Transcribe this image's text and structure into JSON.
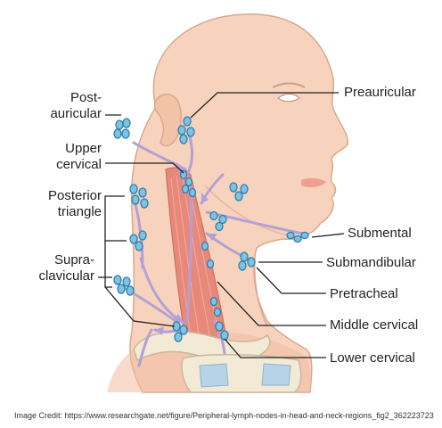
{
  "labels": {
    "post_auricular": [
      "Post-",
      "auricular"
    ],
    "upper_cervical": [
      "Upper",
      "cervical"
    ],
    "posterior_triangle": [
      "Posterior",
      "triangle"
    ],
    "supra_clavicular": [
      "Supra-",
      "clavicular"
    ],
    "preauricular": "Preauricular",
    "submental": "Submental",
    "submandibular": "Submandibular",
    "pretracheal": "Pretracheal",
    "middle_cervical": "Middle cervical",
    "lower_cervical": "Lower cervical"
  },
  "credit": "Image Credit: https://www.researchgate.net/figure/Peripheral-lymph-nodes-in-head-and-neck-regions_fig2_362223723",
  "colors": {
    "skin": "#f7d3bd",
    "skin_shadow": "#f0bca0",
    "outline": "#d9a88e",
    "muscle": "#e8887a",
    "node_fill": "#7fc3e0",
    "node_stroke": "#2f7fb0",
    "vessel": "#b3a0d6",
    "bone": "#f3ead6",
    "cartilage": "#b7d3e8",
    "leader": "#231f20"
  }
}
